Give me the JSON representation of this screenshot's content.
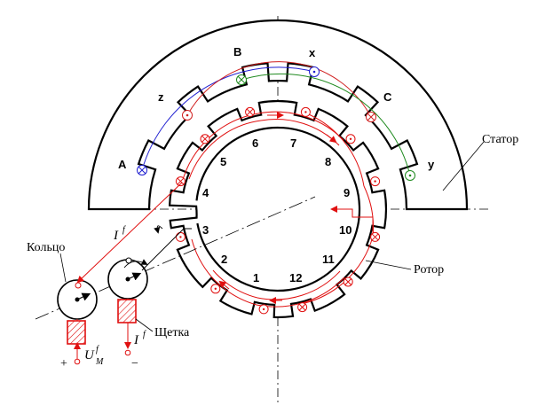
{
  "stator": {
    "label": "Статор",
    "phase_labels": [
      "A",
      "z",
      "B",
      "x",
      "C",
      "y"
    ]
  },
  "rotor": {
    "label": "Ротор",
    "slot_numbers": [
      "1",
      "2",
      "3",
      "4",
      "5",
      "6",
      "7",
      "8",
      "9",
      "10",
      "11",
      "12"
    ]
  },
  "slip_ring": {
    "label": "Кольцо"
  },
  "brush": {
    "label": "Щетка"
  },
  "current": {
    "symbol": "I",
    "superscript": "f"
  },
  "voltage": {
    "symbol": "U",
    "superscript": "f",
    "subscript": "M"
  },
  "polarity": {
    "plus": "+",
    "minus": "−"
  },
  "colors": {
    "phase_a": "#1f1fd0",
    "phase_b": "#d01f1f",
    "phase_c": "#1f8a1f",
    "field": "#e01010",
    "outline": "#000000"
  }
}
